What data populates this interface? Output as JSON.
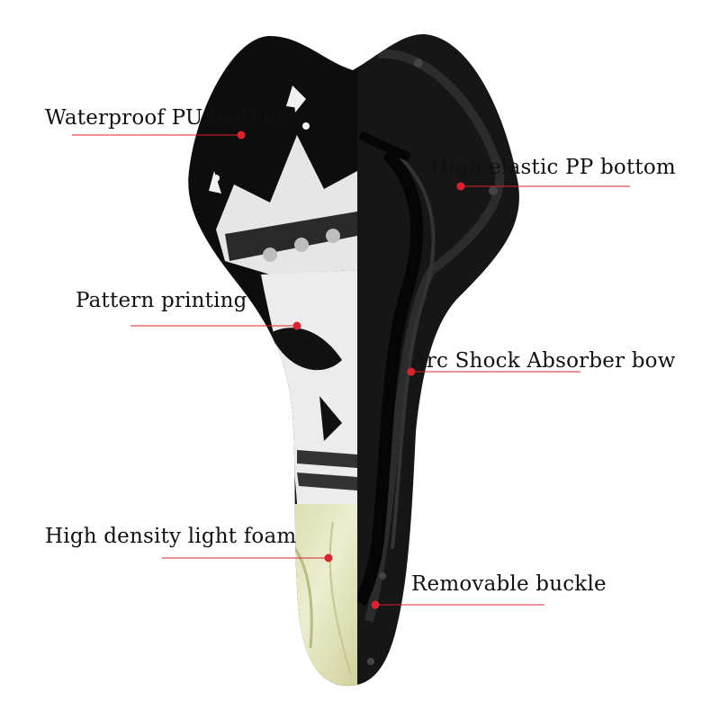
{
  "callouts": {
    "waterproof_pu_leather": "Waterproof PU leather",
    "high_elastic_pp_bottom": "High elastic PP bottom",
    "pattern_printing": "Pattern printing",
    "arc_shock_absorber_bow": "Arc Shock Absorber bow",
    "high_density_light_foam": "High density light foam",
    "removable_buckle": "Removable buckle"
  },
  "colors": {
    "accent_dot": "#d9232e",
    "leader_line": "#d9232e",
    "leather": "#0d0d0d",
    "print": "#e9e9e9",
    "foam": "#dfe0b4",
    "shell": "#161616"
  }
}
